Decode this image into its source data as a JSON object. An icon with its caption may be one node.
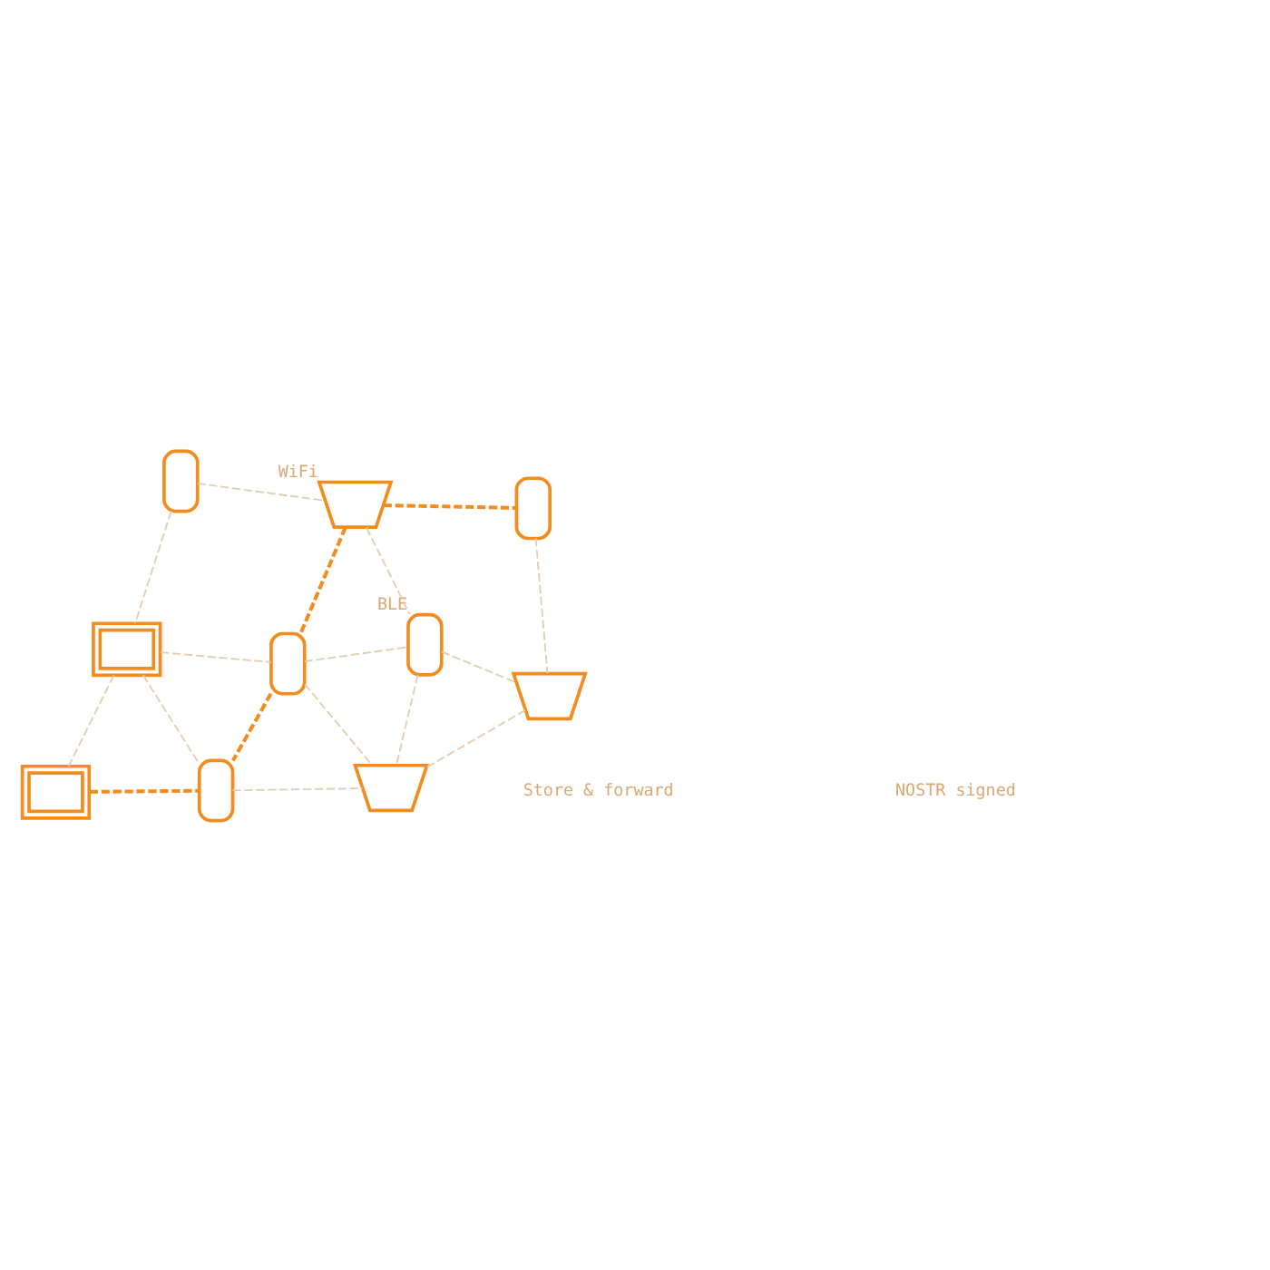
{
  "diagram": {
    "nodes": [
      {
        "text": [],
        "shape": "phone"
      },
      {
        "text": [],
        "shape": "laptop",
        "beside": [
          "WiFi"
        ]
      },
      {
        "text": [],
        "shape": "tablet"
      },
      {
        "text": [],
        "shape": "tablet"
      },
      {
        "text": [],
        "shape": "phone"
      },
      {
        "text": [],
        "shape": "phone"
      },
      {
        "text": [],
        "shape": "phone"
      },
      {
        "text": [],
        "shape": "phone",
        "beside": [
          "BLE"
        ]
      },
      {
        "text": [],
        "shape": "laptop"
      },
      {
        "text": [],
        "shape": "laptop"
      }
    ],
    "edges": [
      {
        "from": 0,
        "to": 1,
        "arrow": "none",
        "style": "dashed"
      },
      {
        "from": 0,
        "to": 2,
        "arrow": "none",
        "style": "dashed"
      },
      {
        "from": 1,
        "to": 5,
        "arrow": "none",
        "style": "dashed",
        "color": "#f28c1e"
      },
      {
        "from": 1,
        "to": 4,
        "arrow": "none",
        "style": "dashed",
        "color": "#f28c1e"
      },
      {
        "from": 1,
        "to": 7,
        "arrow": "none",
        "style": "dashed"
      },
      {
        "from": 2,
        "to": 4,
        "arrow": "none",
        "style": "dashed"
      },
      {
        "from": 2,
        "to": 6,
        "arrow": "none",
        "style": "dashed"
      },
      {
        "from": 2,
        "to": 3,
        "arrow": "none",
        "style": "dashed"
      },
      {
        "from": 3,
        "to": 6,
        "arrow": "none",
        "style": "dashed",
        "color": "#f28c1e"
      },
      {
        "from": 4,
        "to": 6,
        "arrow": "none",
        "style": "dashed",
        "color": "#f28c1e"
      },
      {
        "from": 4,
        "to": 7,
        "arrow": "none",
        "style": "dashed"
      },
      {
        "from": 4,
        "to": 9,
        "arrow": "none",
        "style": "dashed"
      },
      {
        "from": 5,
        "to": 8,
        "arrow": "none",
        "style": "dashed"
      },
      {
        "from": 7,
        "to": 8,
        "arrow": "none",
        "style": "dashed"
      },
      {
        "from": 7,
        "to": 9,
        "arrow": "none",
        "style": "dashed"
      },
      {
        "from": 8,
        "to": 9,
        "arrow": "none",
        "style": "dashed"
      },
      {
        "from": 6,
        "to": 9,
        "arrow": "none",
        "style": "dashed"
      }
    ],
    "legend": [
      {
        "text": "Store & forward"
      },
      {
        "text": "NOSTR signed"
      }
    ]
  }
}
